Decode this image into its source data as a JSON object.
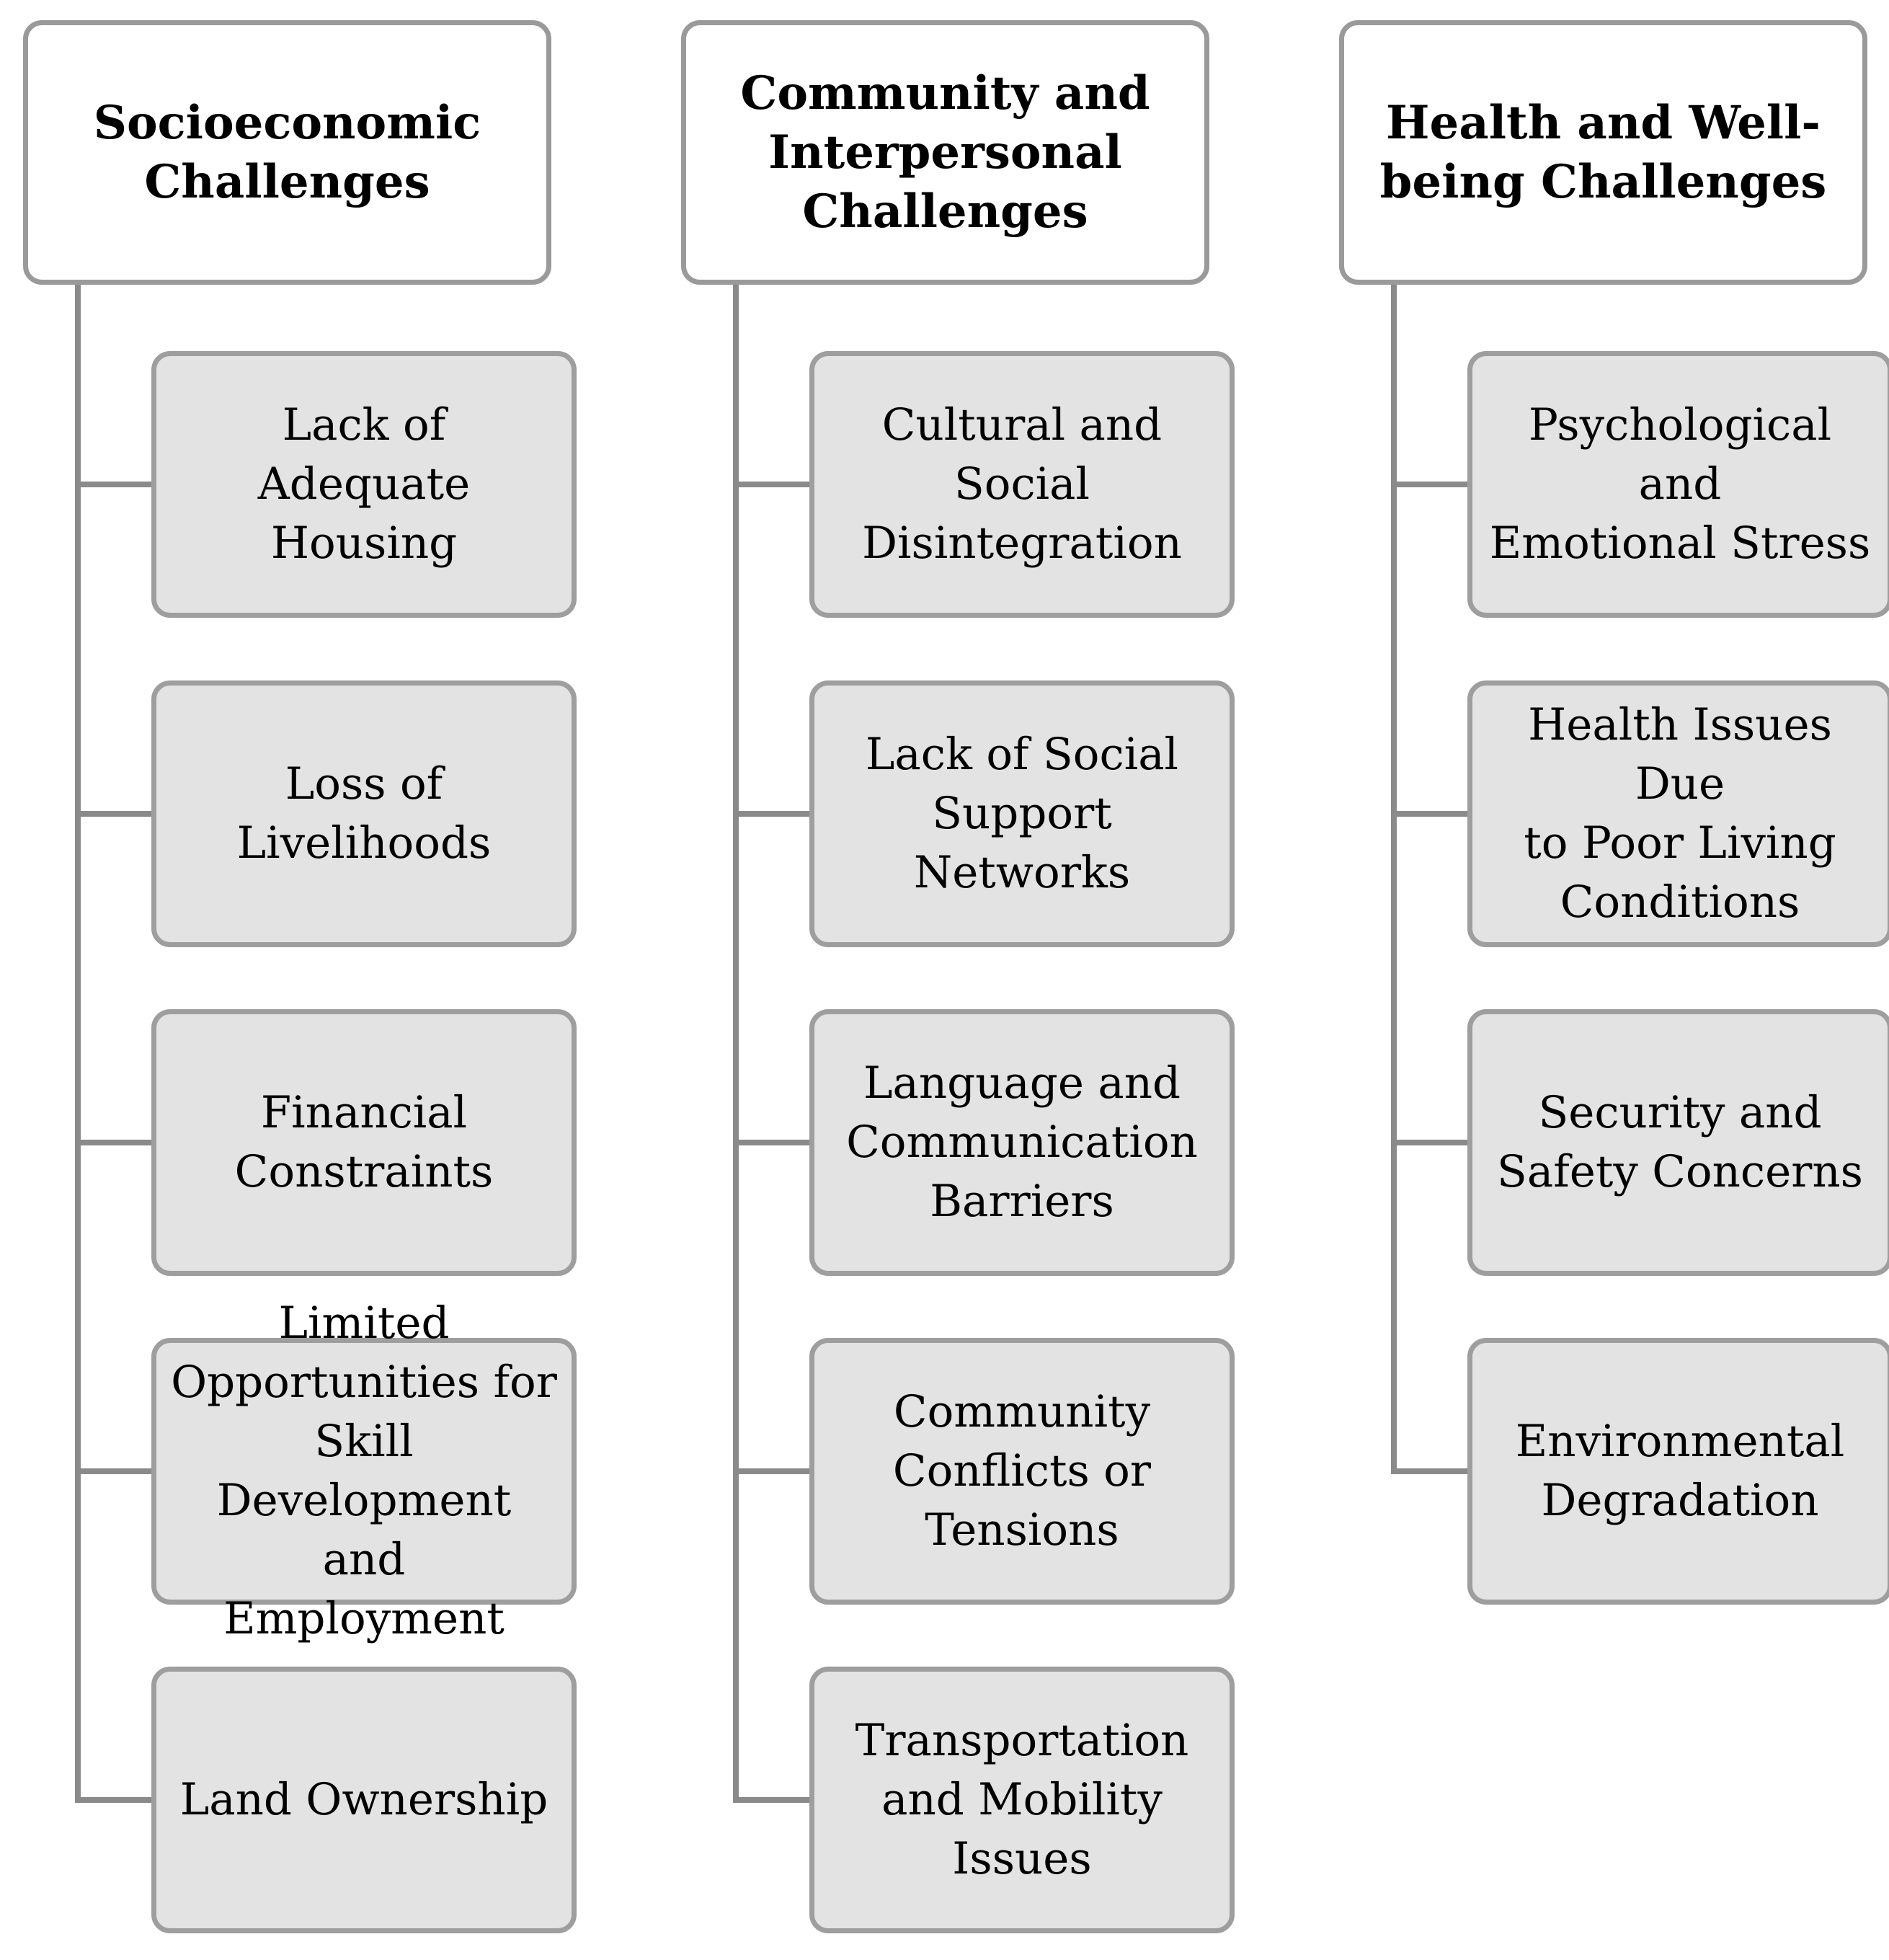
{
  "columns": [
    {
      "title": "Socioeconomic\nChallenges",
      "items": [
        "Lack of Adequate\nHousing",
        "Loss of\nLivelihoods",
        "Financial\nConstraints",
        "Limited\nOpportunities for\nSkill\nDevelopment and\nEmployment",
        "Land Ownership"
      ]
    },
    {
      "title": "Community and\nInterpersonal\nChallenges",
      "items": [
        "Cultural and\nSocial\nDisintegration",
        "Lack of Social\nSupport\nNetworks",
        "Language and\nCommunication\nBarriers",
        "Community\nConflicts or\nTensions",
        "Transportation\nand Mobility\nIssues"
      ]
    },
    {
      "title": "Health and Well-\nbeing Challenges",
      "items": [
        "Psychological and\nEmotional Stress",
        "Health Issues Due\nto Poor Living\nConditions",
        "Security and\nSafety Concerns",
        "Environmental\nDegradation"
      ]
    }
  ]
}
